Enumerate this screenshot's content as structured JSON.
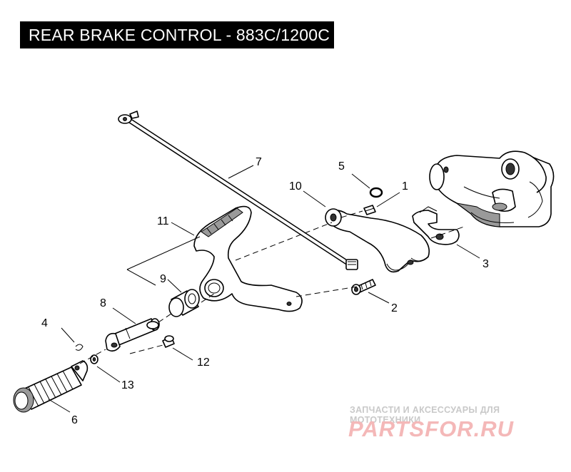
{
  "title": "REAR BRAKE CONTROL - 883C/1200C",
  "callouts": {
    "c1": "1",
    "c2": "2",
    "c3": "3",
    "c4": "4",
    "c5": "5",
    "c6": "6",
    "c7": "7",
    "c8": "8",
    "c9": "9",
    "c10": "10",
    "c11": "11",
    "c12": "12",
    "c13": "13"
  },
  "watermark": {
    "tagline": "ЗАПЧАСТИ И АКСЕССУАРЫ ДЛЯ МОТОТЕХНИКИ",
    "brand": "PARTSFOR.RU"
  },
  "colors": {
    "title_bg": "#000000",
    "title_text": "#ffffff",
    "watermark_brand": "#f4b8b8"
  }
}
